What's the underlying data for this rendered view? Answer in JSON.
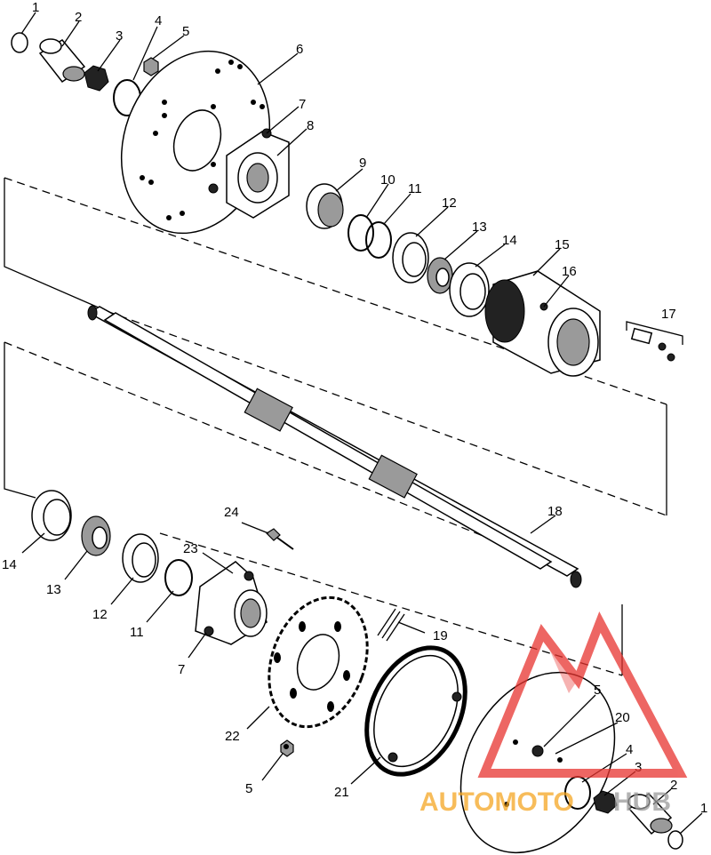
{
  "labels": {
    "l1a": "1",
    "l2a": "2",
    "l3a": "3",
    "l4a": "4",
    "l5a": "5",
    "l6": "6",
    "l7a": "7",
    "l8": "8",
    "l9": "9",
    "l10": "10",
    "l11a": "11",
    "l12a": "12",
    "l13a": "13",
    "l14a": "14",
    "l15": "15",
    "l16": "16",
    "l17": "17",
    "l18": "18",
    "l14b": "14",
    "l13b": "13",
    "l12b": "12",
    "l11b": "11",
    "l7b": "7",
    "l23": "23",
    "l24": "24",
    "l19": "19",
    "l22": "22",
    "l5b": "5",
    "l21": "21",
    "l5c": "5",
    "l20": "20",
    "l4b": "4",
    "l3b": "3",
    "l2b": "2",
    "l1b": "1"
  },
  "watermark": {
    "text_orange": "AUTOMOTO",
    "text_grey": "HUB",
    "colors": {
      "red": "#e8342f",
      "orange": "#f5a623",
      "grey": "#9a9a9a"
    }
  }
}
